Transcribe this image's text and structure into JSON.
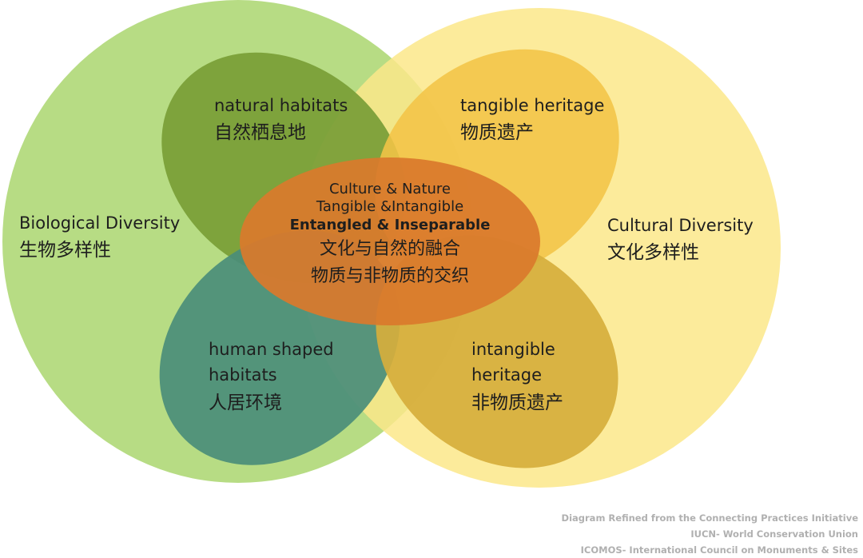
{
  "colors": {
    "biological": "#b7dc84",
    "cultural": "#fbe88a",
    "natural_habitats": "#789d36",
    "tangible_heritage": "#f2c447",
    "human_shaped_habitats": "#4a8d7a",
    "intangible_heritage": "#d6ae3c",
    "center": "#d97a2c"
  },
  "biological": {
    "en": "Biological Diversity",
    "zh": "生物多样性"
  },
  "cultural": {
    "en": "Cultural Diversity",
    "zh": "文化多样性"
  },
  "natural_habitats": {
    "en": "natural habitats",
    "zh": "自然栖息地"
  },
  "tangible_heritage": {
    "en": "tangible heritage",
    "zh": "物质遗产"
  },
  "human_shaped_habitats": {
    "en1": "human shaped",
    "en2": "habitats",
    "zh": "人居环境"
  },
  "intangible_heritage": {
    "en1": "intangible",
    "en2": "heritage",
    "zh": "非物质遗产"
  },
  "center": {
    "line1": "Culture & Nature",
    "line2": "Tangible &Intangible",
    "line3": "Entangled & Inseparable",
    "line4": "文化与自然的融合",
    "line5": "物质与非物质的交织"
  },
  "credits": {
    "line1": "Diagram Refined from the Connecting Practices Initiative",
    "line2": "IUCN- World Conservation Union",
    "line3": "ICOMOS- International Council on Monuments & Sites"
  }
}
